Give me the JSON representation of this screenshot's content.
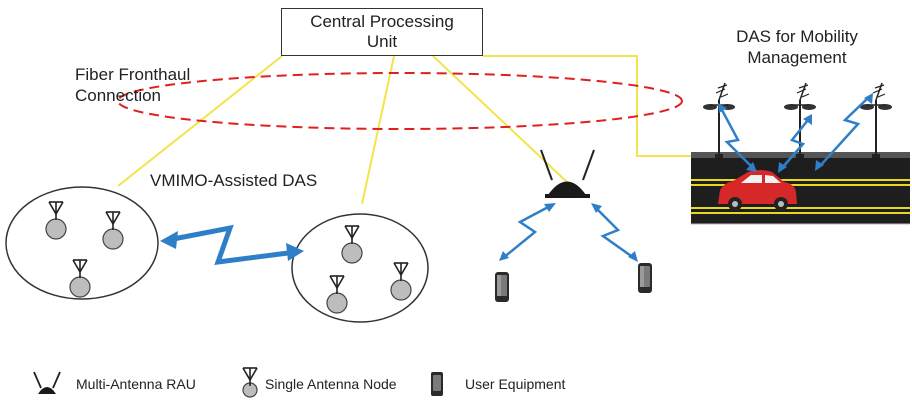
{
  "cpu": {
    "line1": "Central Processing",
    "line2": "Unit"
  },
  "labels": {
    "fiber_line1": "Fiber Fronthaul",
    "fiber_line2": "Connection",
    "vmimo": "VMIMO-Assisted DAS",
    "das_line1": "DAS for Mobility",
    "das_line2": "Management"
  },
  "legend": [
    {
      "icon": "multi-antenna-rau-icon",
      "label": "Multi-Antenna RAU"
    },
    {
      "icon": "single-antenna-node-icon",
      "label": "Single Antenna Node"
    },
    {
      "icon": "user-equipment-icon",
      "label": "User Equipment"
    }
  ],
  "colors": {
    "fiber": "#f2e44a",
    "link": "#2f7fc8",
    "ellipse": "#e02020",
    "node": "#bdbdbd",
    "road": "#1e1e1e",
    "car": "#d62828"
  }
}
